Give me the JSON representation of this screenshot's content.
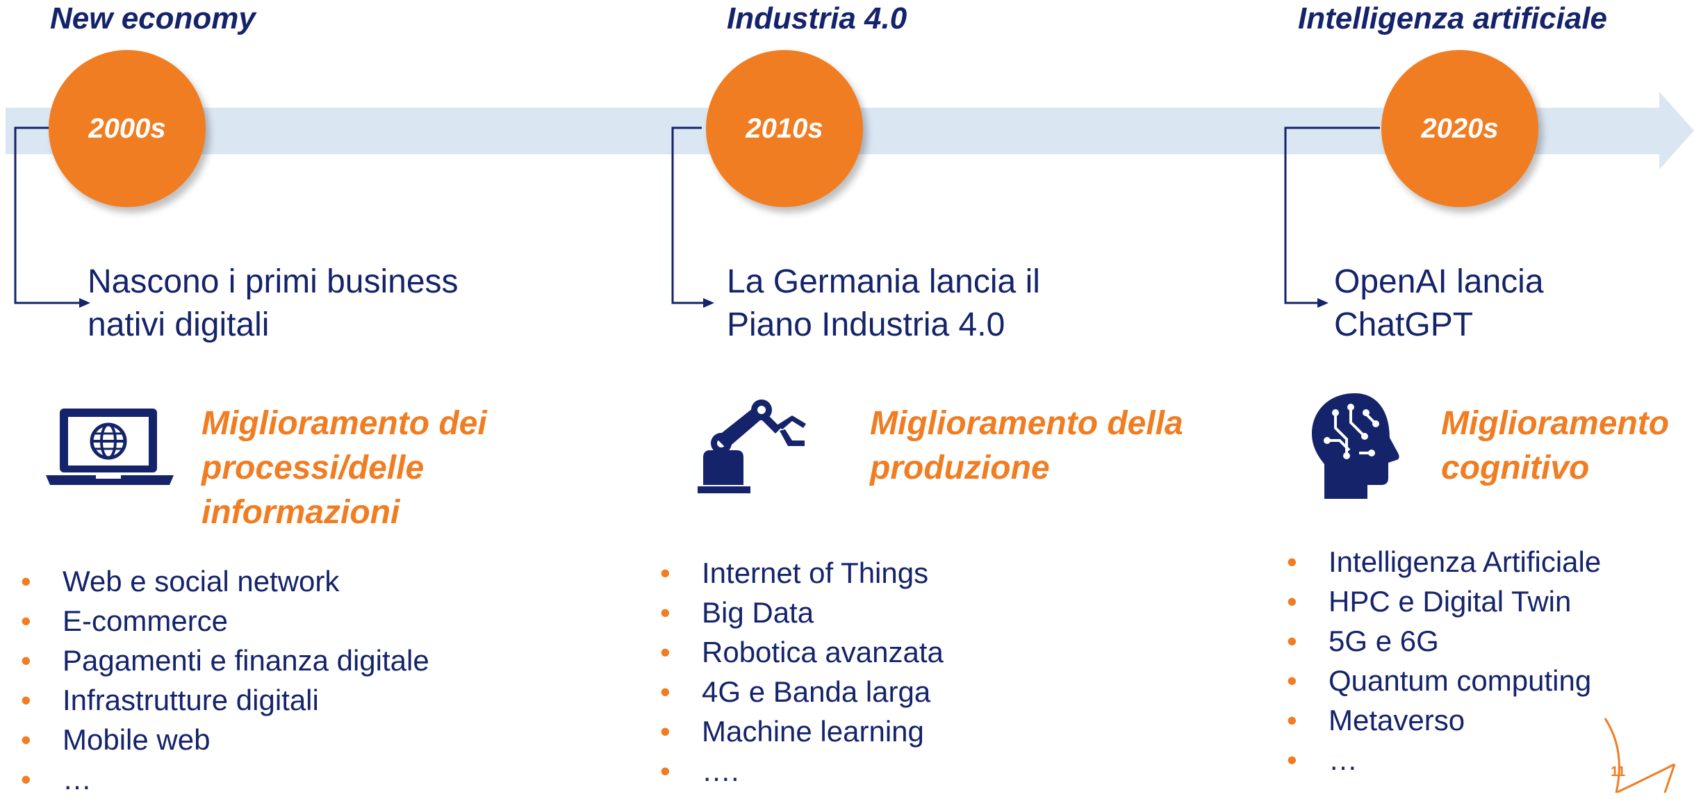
{
  "colors": {
    "navy": "#14236a",
    "orange": "#f07d22",
    "arrow": "#dbe6f3"
  },
  "timeline": [
    {
      "era": "New economy",
      "decade": "2000s",
      "event": [
        "Nascono i primi business",
        "nativi digitali"
      ],
      "icon": "laptop-globe-icon",
      "heading": [
        "Miglioramento dei",
        "processi/delle",
        "informazioni"
      ],
      "items": [
        "Web e social network",
        "E-commerce",
        "Pagamenti e finanza digitale",
        "Infrastrutture digitali",
        "Mobile web",
        "…"
      ]
    },
    {
      "era": "Industria 4.0",
      "decade": "2010s",
      "event": [
        "La Germania lancia il",
        "Piano Industria 4.0"
      ],
      "icon": "robot-arm-icon",
      "heading": [
        "Miglioramento della",
        "produzione"
      ],
      "items": [
        "Internet of Things",
        "Big Data",
        "Robotica avanzata",
        "4G e Banda larga",
        "Machine learning",
        "…."
      ]
    },
    {
      "era": "Intelligenza artificiale",
      "decade": "2020s",
      "event": [
        "OpenAI lancia",
        "ChatGPT"
      ],
      "icon": "ai-head-icon",
      "heading": [
        "Miglioramento",
        "cognitivo"
      ],
      "items": [
        "Intelligenza Artificiale",
        "HPC e Digital Twin",
        "5G e 6G",
        "Quantum computing",
        "Metaverso",
        "…"
      ]
    }
  ],
  "page_number": "11"
}
